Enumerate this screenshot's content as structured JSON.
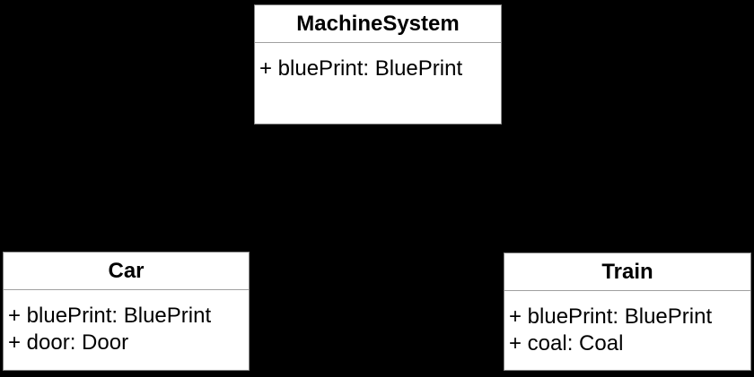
{
  "diagram": {
    "type": "uml-class-diagram",
    "background_color": "#000000",
    "node_fill_color": "#ffffff",
    "node_border_color": "#888888",
    "separator_color": "#a0a0a0",
    "text_color": "#000000",
    "classes": [
      {
        "name": "MachineSystem",
        "attributes": [
          "+ bluePrint: BluePrint"
        ]
      },
      {
        "name": "Car",
        "attributes": [
          "+ bluePrint: BluePrint",
          "+ door: Door"
        ]
      },
      {
        "name": "Train",
        "attributes": [
          "+ bluePrint: BluePrint",
          "+ coal: Coal"
        ]
      }
    ]
  }
}
